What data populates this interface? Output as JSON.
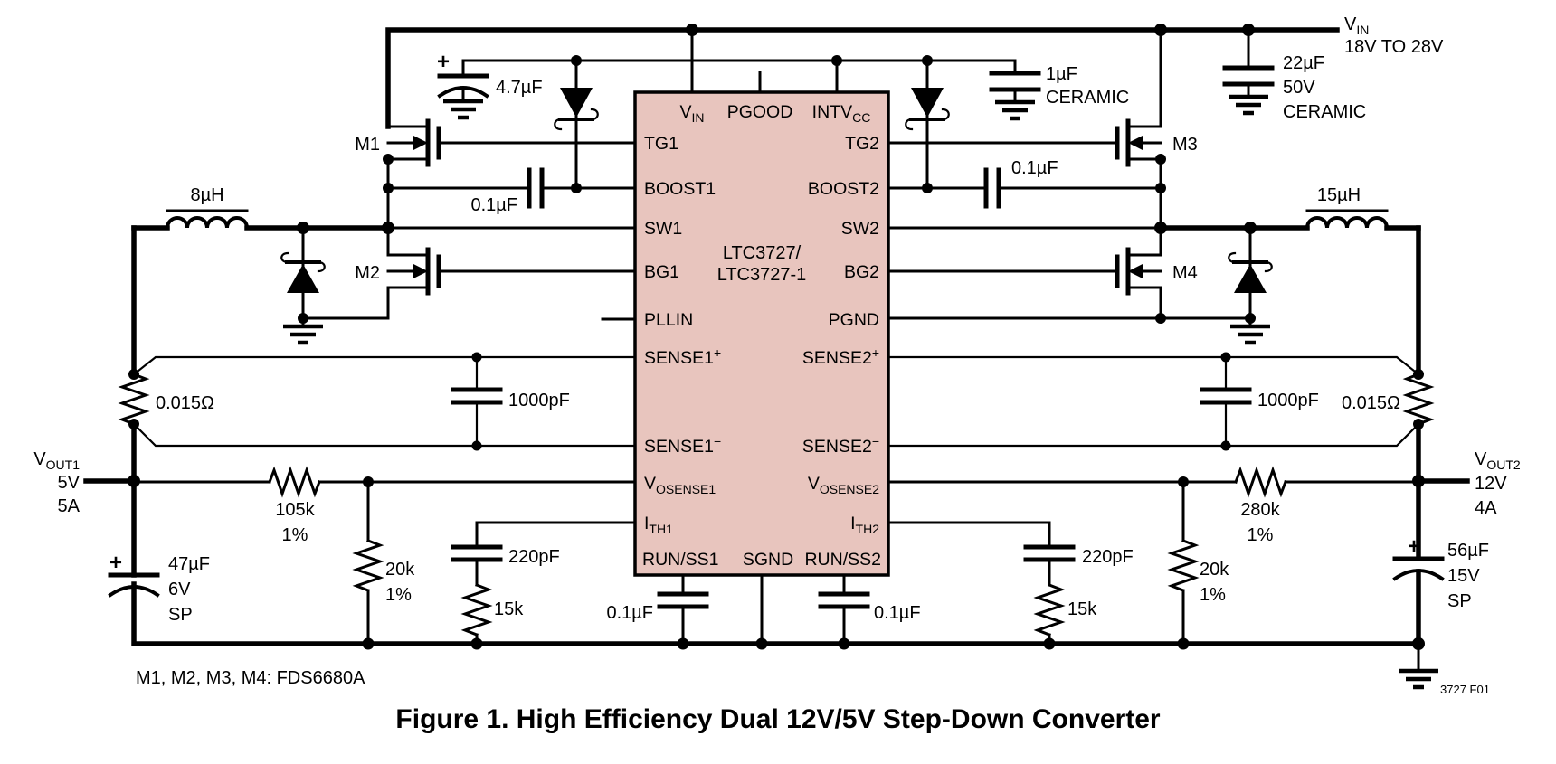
{
  "colors": {
    "background": "#ffffff",
    "ic_fill": "#e8c5be",
    "line": "#000000"
  },
  "figure": {
    "caption": "Figure 1. High Efficiency Dual 12V/5V Step-Down Converter",
    "figure_id": "3727 F01",
    "mosfet_note": "M1, M2, M3, M4: FDS6680A"
  },
  "ic": {
    "part_line1": "LTC3727/",
    "part_line2": "LTC3727-1",
    "pins": {
      "vin": {
        "base": "V",
        "sub": "IN"
      },
      "pgood": "PGOOD",
      "intvcc": {
        "base": "INTV",
        "sub": "CC"
      },
      "tg1": "TG1",
      "boost1": "BOOST1",
      "sw1": "SW1",
      "bg1": "BG1",
      "pllin": "PLLIN",
      "sense1p": {
        "base": "SENSE1",
        "sup": "+"
      },
      "sense1n": {
        "base": "SENSE1",
        "sup": "−"
      },
      "vosense1": {
        "base": "V",
        "sub": "OSENSE1"
      },
      "ith1": {
        "base": "I",
        "sub": "TH1"
      },
      "runss1": "RUN/SS1",
      "sgnd": "SGND",
      "runss2": "RUN/SS2",
      "tg2": "TG2",
      "boost2": "BOOST2",
      "sw2": "SW2",
      "bg2": "BG2",
      "pgnd": "PGND",
      "sense2p": {
        "base": "SENSE2",
        "sup": "+"
      },
      "sense2n": {
        "base": "SENSE2",
        "sup": "−"
      },
      "vosense2": {
        "base": "V",
        "sub": "OSENSE2"
      },
      "ith2": {
        "base": "I",
        "sub": "TH2"
      }
    }
  },
  "power": {
    "vin": {
      "label": {
        "base": "V",
        "sub": "IN"
      },
      "range": "18V TO 28V"
    },
    "vout1": {
      "label": {
        "base": "V",
        "sub": "OUT1"
      },
      "voltage": "5V",
      "current": "5A"
    },
    "vout2": {
      "label": {
        "base": "V",
        "sub": "OUT2"
      },
      "voltage": "12V",
      "current": "4A"
    }
  },
  "components": {
    "m1": "M1",
    "m2": "M2",
    "m3": "M3",
    "m4": "M4",
    "l1": "8µH",
    "l2": "15µH",
    "rsense1": "0.015Ω",
    "rsense2": "0.015Ω",
    "c_intvcc": {
      "plus": "+",
      "value": "4.7µF"
    },
    "cb1": "0.1µF",
    "cb2": "0.1µF",
    "c1u": {
      "value": "1µF",
      "type": "CERAMIC"
    },
    "c22u": {
      "value": "22µF",
      "voltage": "50V",
      "type": "CERAMIC"
    },
    "csense1": "1000pF",
    "csense2": "1000pF",
    "r_fb1_top": {
      "value": "105k",
      "tol": "1%"
    },
    "r_fb1_bot": {
      "value": "20k",
      "tol": "1%"
    },
    "r_fb2_top": {
      "value": "280k",
      "tol": "1%"
    },
    "r_fb2_bot": {
      "value": "20k",
      "tol": "1%"
    },
    "c_ith1": "220pF",
    "r_ith1": "15k",
    "c_ith2": "220pF",
    "r_ith2": "15k",
    "c_ss1": "0.1µF",
    "c_ss2": "0.1µF",
    "cout1": {
      "plus": "+",
      "value": "47µF",
      "voltage": "6V",
      "type": "SP"
    },
    "cout2": {
      "plus": "+",
      "value": "56µF",
      "voltage": "15V",
      "type": "SP"
    }
  }
}
